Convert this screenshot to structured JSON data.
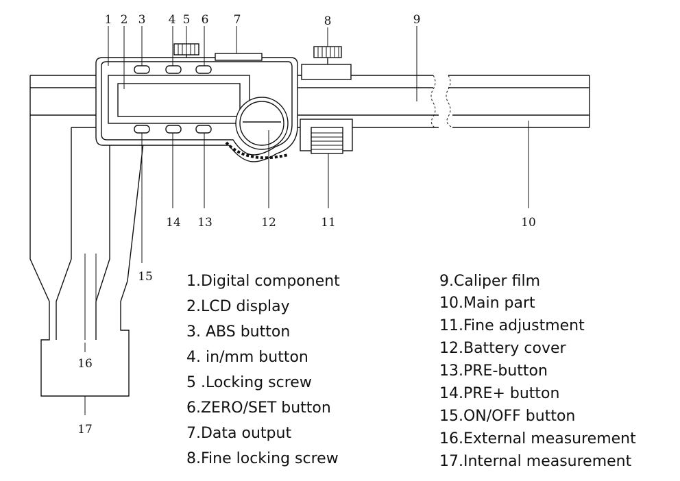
{
  "callouts": [
    "1",
    "2",
    "3",
    "4",
    "5",
    "6",
    "7",
    "8",
    "9",
    "10",
    "11",
    "12",
    "13",
    "14",
    "15",
    "16",
    "17"
  ],
  "legend_left": [
    "1.Digital component",
    "2.LCD display",
    "3. ABS button",
    "4. in/mm button",
    "5 .Locking screw",
    "6.ZERO/SET button",
    "7.Data output",
    "8.Fine locking screw"
  ],
  "legend_right": [
    "9.Caliper film",
    "10.Main part",
    "11.Fine adjustment",
    "12.Battery cover",
    "13.PRE-button",
    "14.PRE+ button",
    "15.ON/OFF button",
    "16.External measurement",
    "17.Internal measurement"
  ]
}
